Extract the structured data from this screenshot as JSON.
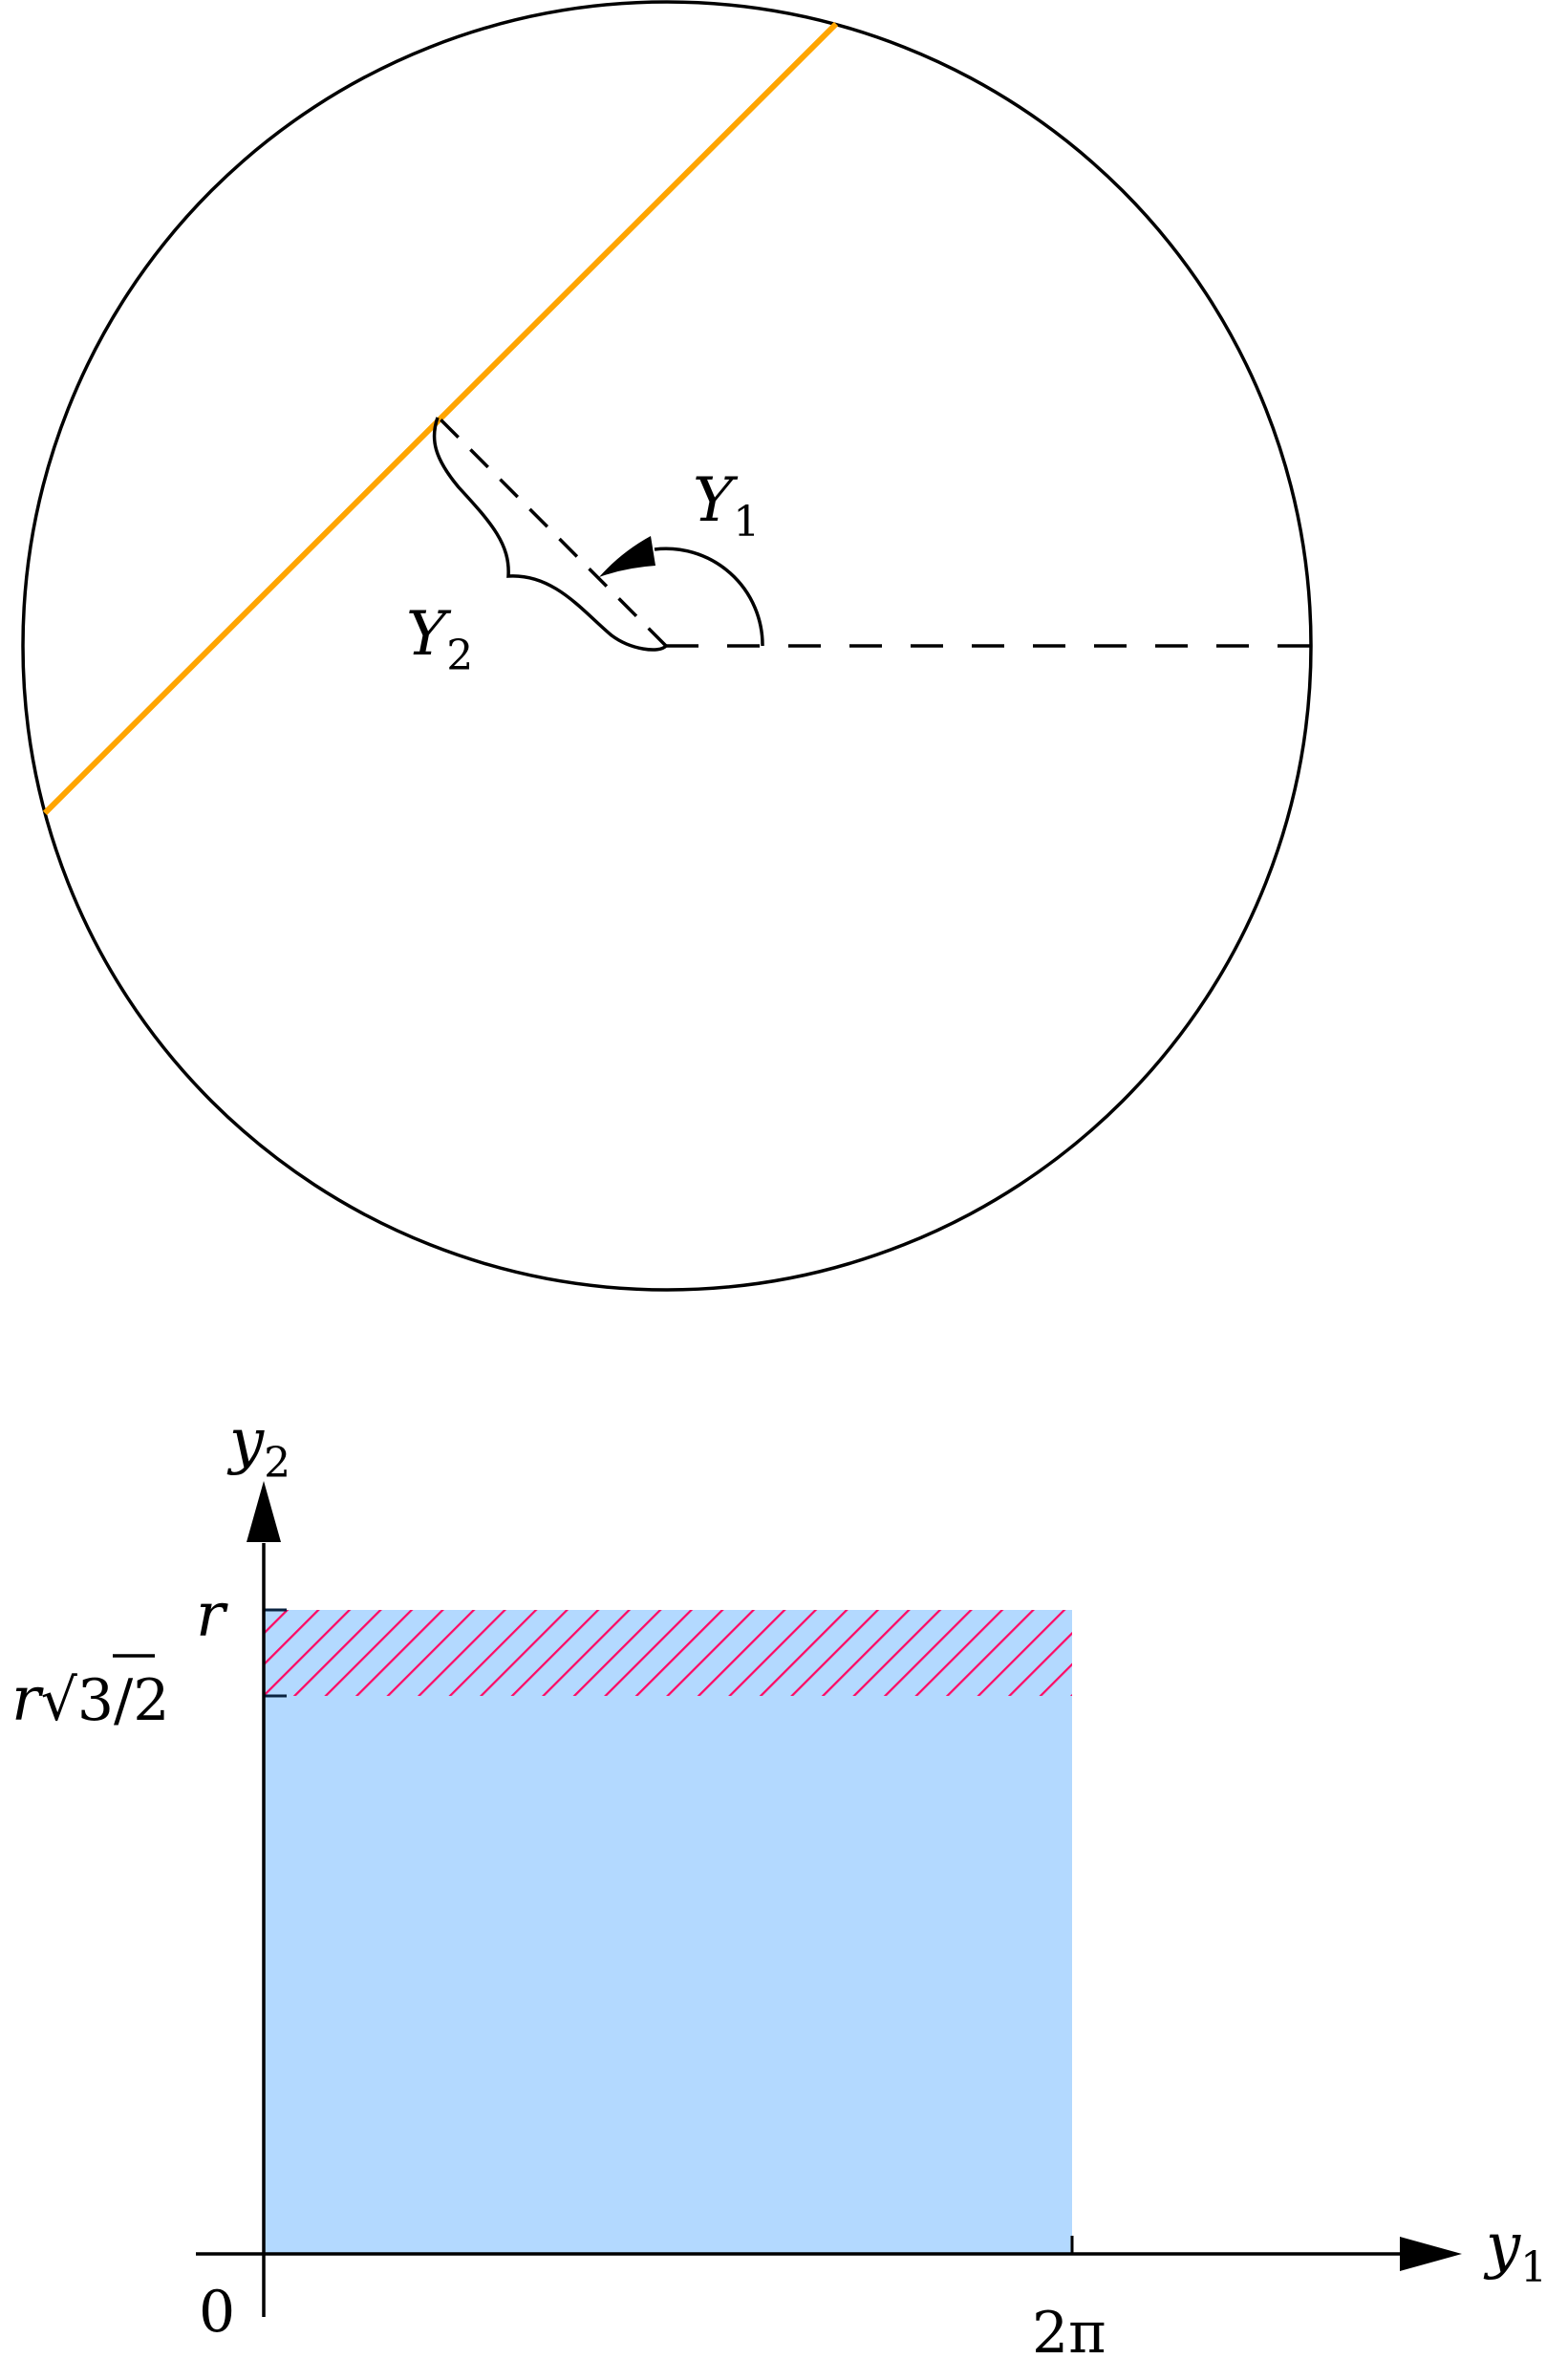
{
  "circle_figure": {
    "labels": {
      "Y1": {
        "main": "Y",
        "sub": "1"
      },
      "Y2": {
        "main": "Y",
        "sub": "2"
      }
    },
    "colors": {
      "chord": "#ffa500",
      "stroke": "#000000"
    }
  },
  "region_plot": {
    "axis_labels": {
      "x": {
        "main": "y",
        "sub": "1"
      },
      "y": {
        "main": "y",
        "sub": "2"
      }
    },
    "tick_labels": {
      "origin": "0",
      "x_end": "2π",
      "y_r": "r",
      "y_r_sqrt3_over_2": {
        "r": "r",
        "sqrt": "√",
        "three": "3",
        "rest": "/2"
      }
    },
    "colors": {
      "fill": "#b3d9ff",
      "hatch": "#ff0a64"
    }
  }
}
